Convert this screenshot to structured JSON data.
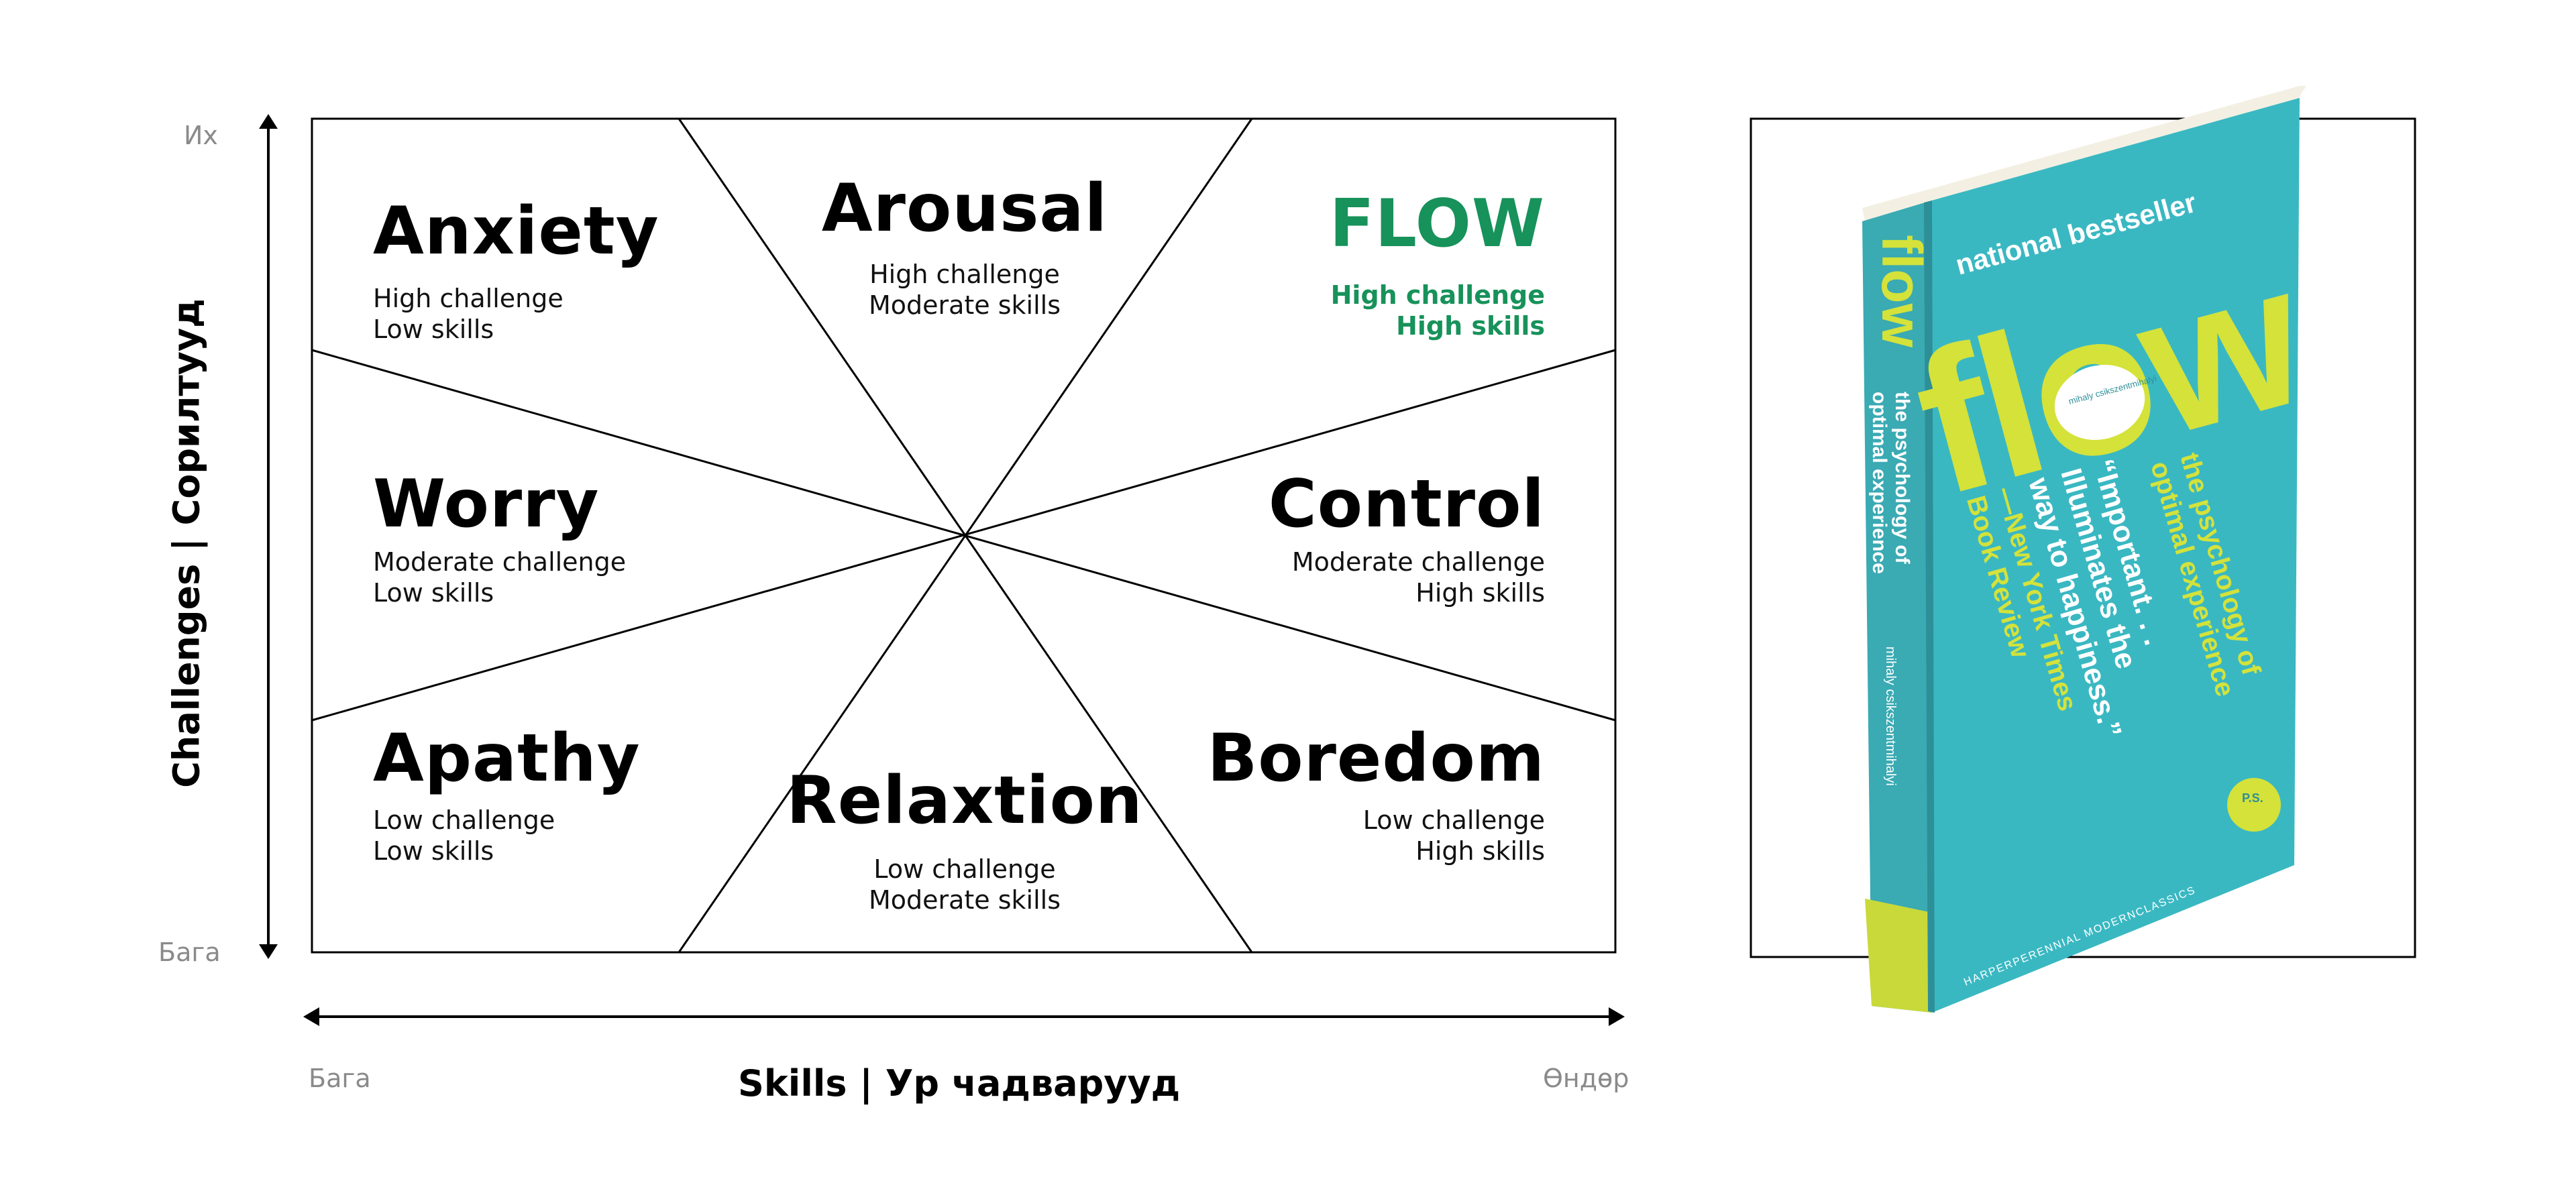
{
  "diagram": {
    "quadrants": {
      "anxiety": {
        "title": "Anxiety",
        "line1": "High challenge",
        "line2": "Low skills"
      },
      "arousal": {
        "title": "Arousal",
        "line1": "High challenge",
        "line2": "Moderate skills"
      },
      "flow": {
        "title": "FLOW",
        "line1": "High challenge",
        "line2": "High skills"
      },
      "worry": {
        "title": "Worry",
        "line1": "Moderate challenge",
        "line2": "Low skills"
      },
      "control": {
        "title": "Control",
        "line1": "Moderate challenge",
        "line2": "High skills"
      },
      "apathy": {
        "title": "Apathy",
        "line1": "Low challenge",
        "line2": "Low skills"
      },
      "relaxation": {
        "title": "Relaxtion",
        "line1": "Low challenge",
        "line2": "Moderate skills"
      },
      "boredom": {
        "title": "Boredom",
        "line1": "Low challenge",
        "line2": "High skills"
      }
    },
    "y_axis": {
      "title": "Challenges | Сорилтууд",
      "high_label": "Их",
      "low_label": "Бага"
    },
    "x_axis": {
      "title": "Skills | Ур чадварууд",
      "low_label": "Бага",
      "high_label": "Өндөр"
    },
    "accent_color": "#17925a"
  },
  "book": {
    "badge": "national bestseller",
    "title": "flow",
    "author": "mihaly csikszentmihalyi",
    "subtitle_line1": "the psychology of",
    "subtitle_line2": "optimal experience",
    "quote_line1": "“Important. . .",
    "quote_line2": "Illuminates the",
    "quote_line3": "way to happiness.”",
    "quote_source_line1": "—New York Times",
    "quote_source_line2": "Book Review",
    "spine_title": "flow",
    "spine_subtitle_line1": "the psychology of",
    "spine_subtitle_line2": "optimal experience",
    "spine_author": "mihaly csikszentmihalyi",
    "ps_badge": "P.S.",
    "publisher": "HARPERPERENNIAL MODERNCLASSICS",
    "cover_color": "#3ab8c2",
    "title_color": "#d4e23a"
  }
}
